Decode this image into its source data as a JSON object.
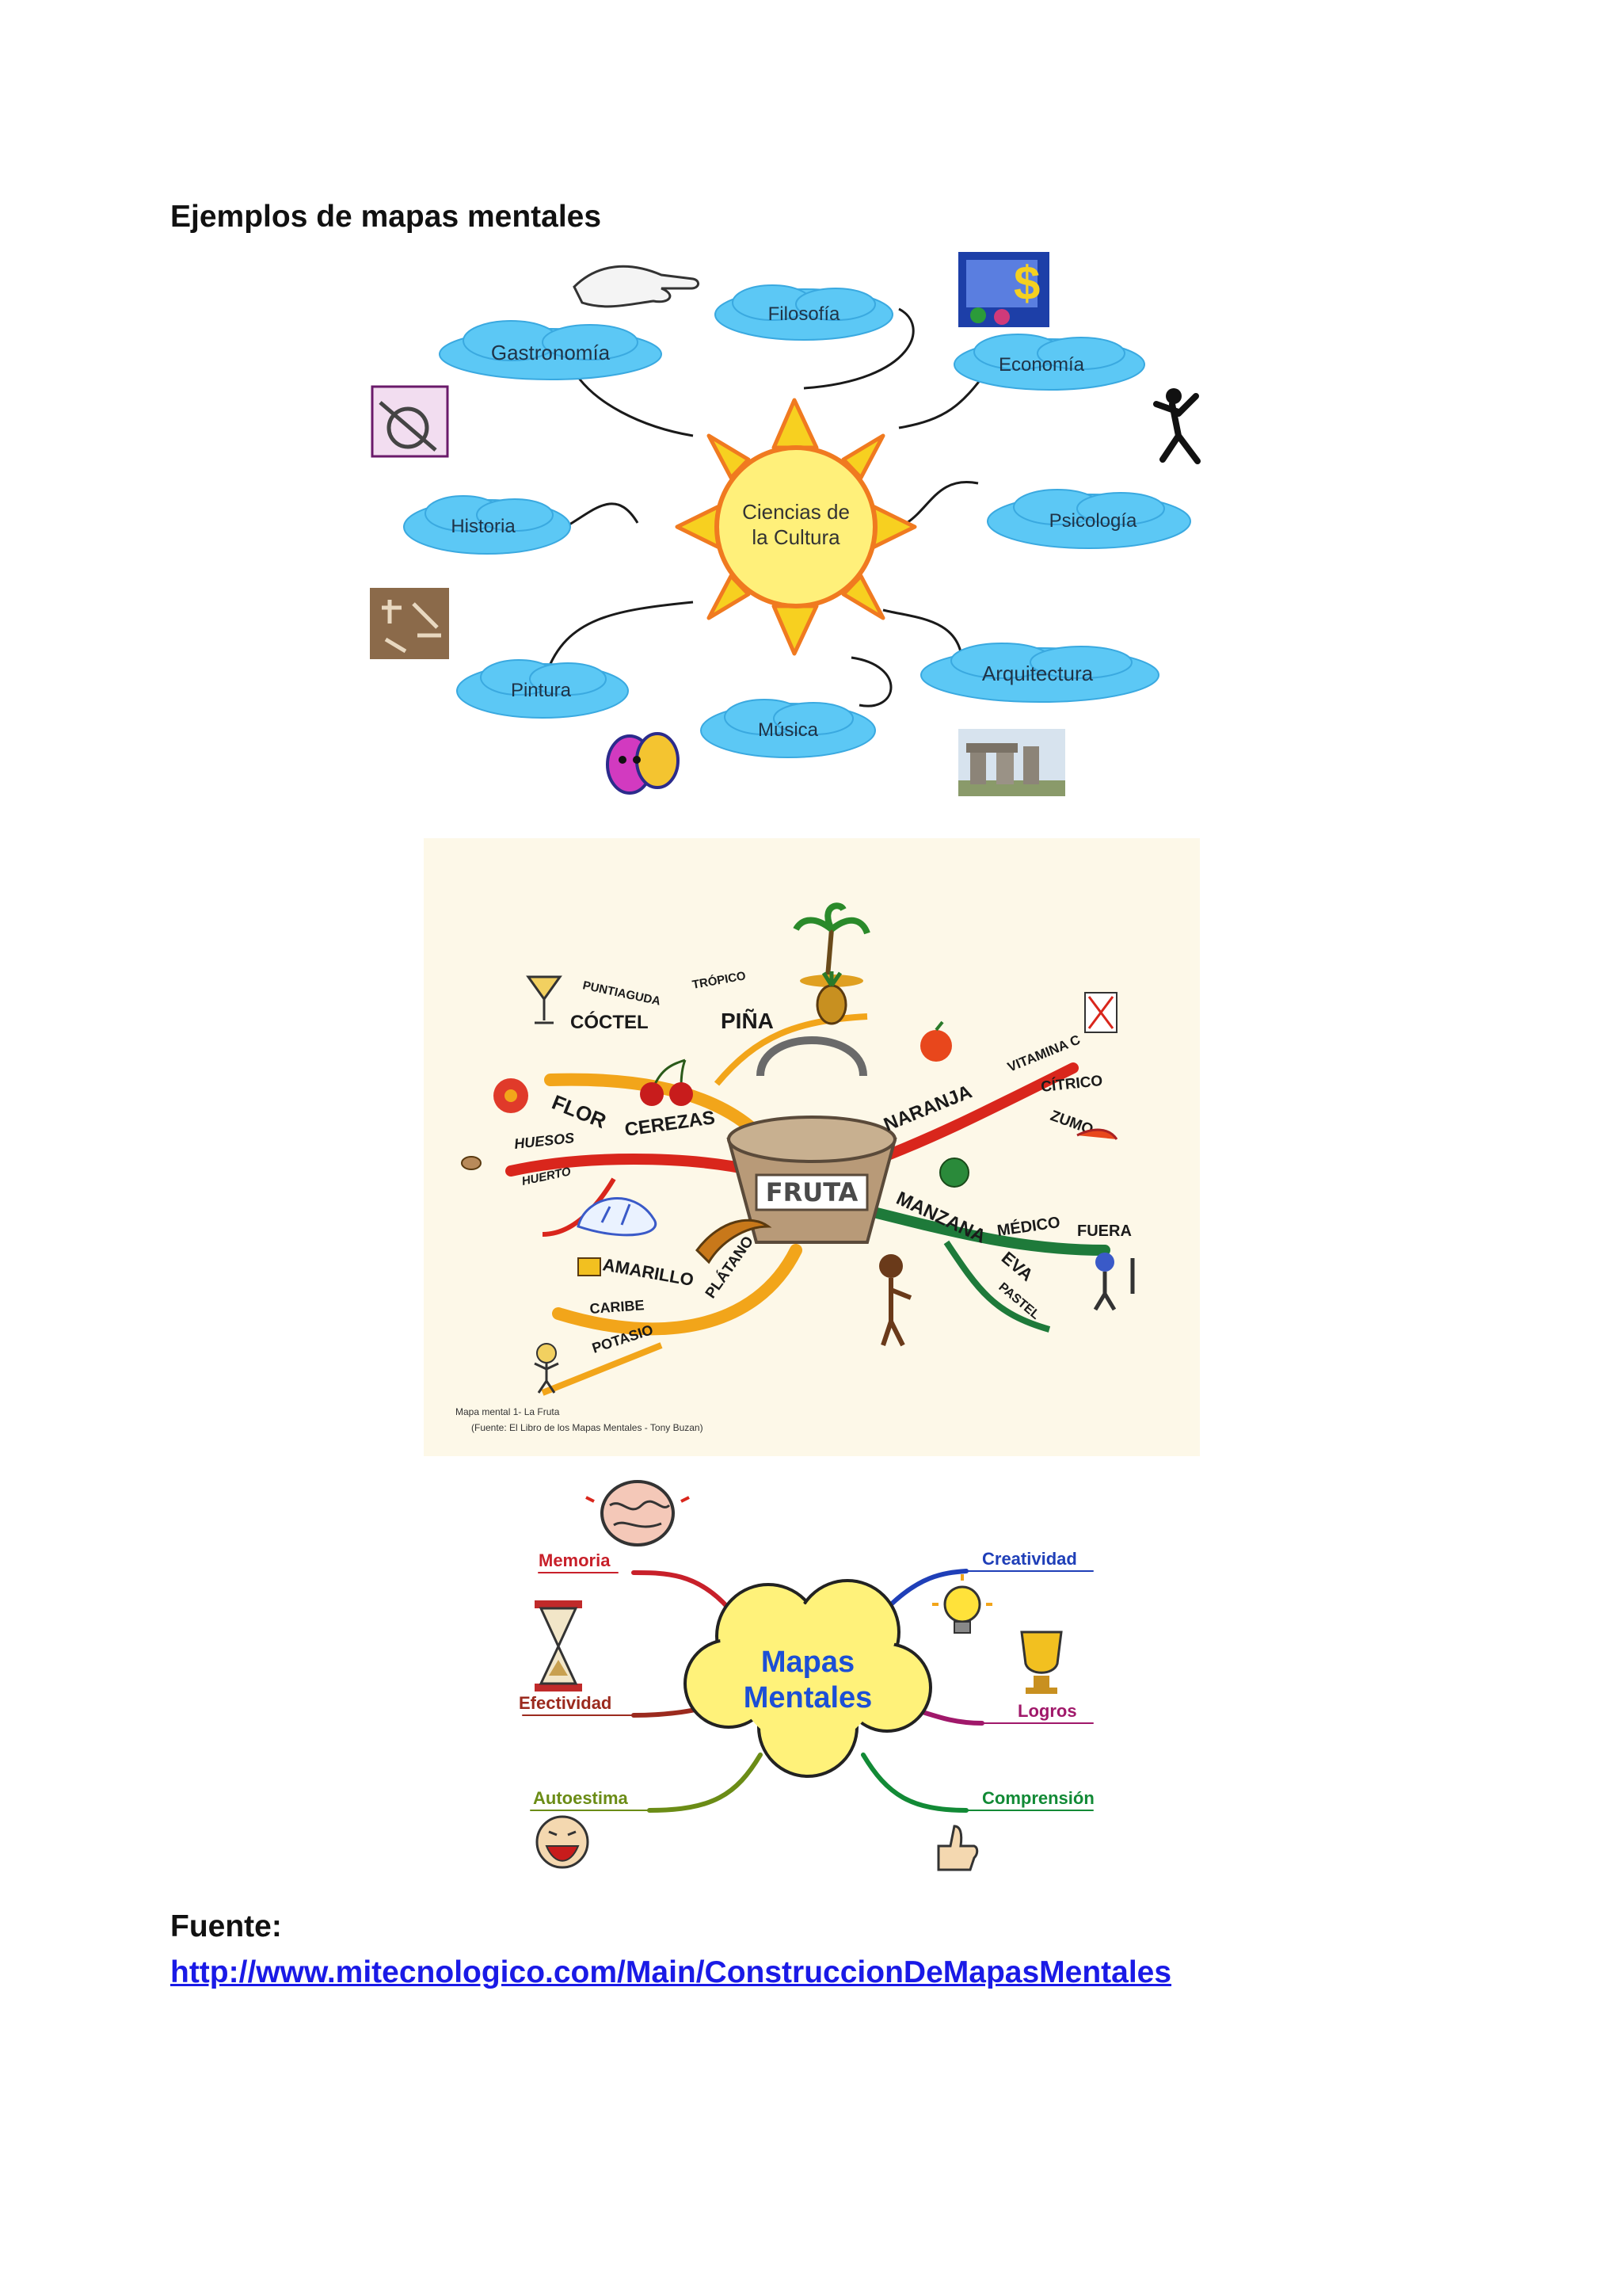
{
  "document": {
    "heading": "Ejemplos de mapas mentales",
    "source_label": "Fuente:",
    "source_url": "http://www.mitecnologico.com/Main/ConstruccionDeMapasMentales"
  },
  "map1": {
    "center": [
      "Ciencias de",
      "la Cultura"
    ],
    "branches": {
      "gastronomia": "Gastronomía",
      "filosofia": "Filosofía",
      "economia": "Economía",
      "historia": "Historia",
      "psicologia": "Psicología",
      "pintura": "Pintura",
      "musica": "Música",
      "arquitectura": "Arquitectura"
    },
    "colors": {
      "cloud": "#5cc8f5",
      "sun": "#fff07a",
      "ray": "#f7d020",
      "ray_edge": "#f07a20"
    }
  },
  "map2": {
    "center": "FRUTA",
    "words": {
      "puntiaguda": "PUNTIAGUDA",
      "tropico": "TRÓPICO",
      "coctel": "CÓCTEL",
      "pina": "PIÑA",
      "vitamina_c": "VITAMINA C",
      "citrico": "CÍTRICO",
      "naranja": "NARANJA",
      "zumo": "ZUMO",
      "flor": "FLOR",
      "cerezas": "CEREZAS",
      "huesos": "HUESOS",
      "huerto": "HUERTO",
      "manzana": "MANZANA",
      "medico": "MÉDICO",
      "fuera": "FUERA",
      "eva": "EVA",
      "pastel": "PASTEL",
      "amarillo": "AMARILLO",
      "platano": "PLÁTANO",
      "caribe": "CARIBE",
      "potasio": "POTASIO"
    },
    "caption_line1": "Mapa mental 1- La Fruta",
    "caption_line2": "(Fuente: El Libro de los Mapas Mentales - Tony Buzan)",
    "colors": {
      "background": "#fdf8e8",
      "yellow": "#f2a51a",
      "red": "#d9261c",
      "green": "#1e7a3a"
    }
  },
  "map3": {
    "center_line1": "Mapas",
    "center_line2": "Mentales",
    "branches": {
      "memoria": "Memoria",
      "creatividad": "Creatividad",
      "efectividad": "Efectividad",
      "logros": "Logros",
      "autoestima": "Autoestima",
      "comprension": "Comprensión"
    },
    "colors": {
      "cloud": "#fff27a",
      "center_text": "#1c4fd6",
      "memoria": "#c8202a",
      "creatividad": "#1f3fb8",
      "efectividad": "#9b2a1e",
      "logros": "#a0186a",
      "autoestima": "#6b8c16",
      "comprension": "#128a36"
    }
  }
}
